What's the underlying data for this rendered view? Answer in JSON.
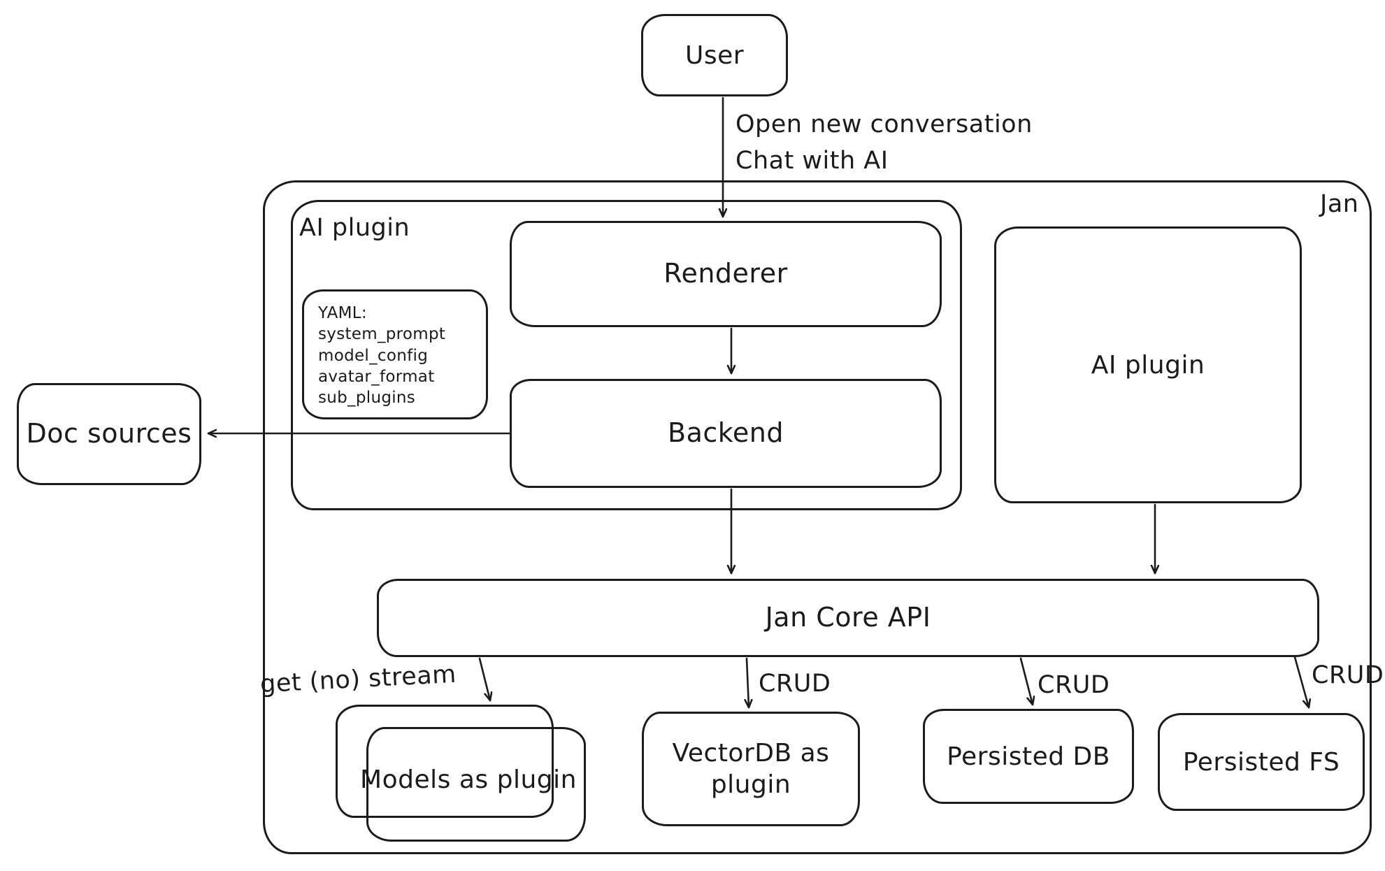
{
  "canvas": {
    "background": "#ffffff",
    "stroke_color": "#1b1b1b"
  },
  "nodes": {
    "user": "User",
    "jan_label": "Jan",
    "ai_plugin_left": "AI plugin",
    "renderer": "Renderer",
    "backend": "Backend",
    "ai_plugin_right": "AI plugin",
    "doc_sources": "Doc sources",
    "jan_core_api": "Jan Core API",
    "models_as_plugin": "Models as plugin",
    "vectordb_as_plugin": "VectorDB as plugin",
    "persisted_db": "Persisted DB",
    "persisted_fs": "Persisted FS"
  },
  "yaml_note": {
    "lines": [
      "YAML:",
      "system_prompt",
      "model_config",
      "avatar_format",
      "sub_plugins"
    ]
  },
  "edge_labels": {
    "user_edge_line1": "Open new conversation",
    "user_edge_line2": "Chat with AI",
    "models_edge": "get (no) stream",
    "vectordb_edge": "CRUD",
    "persisted_db_edge": "CRUD",
    "persisted_fs_edge": "CRUD"
  }
}
